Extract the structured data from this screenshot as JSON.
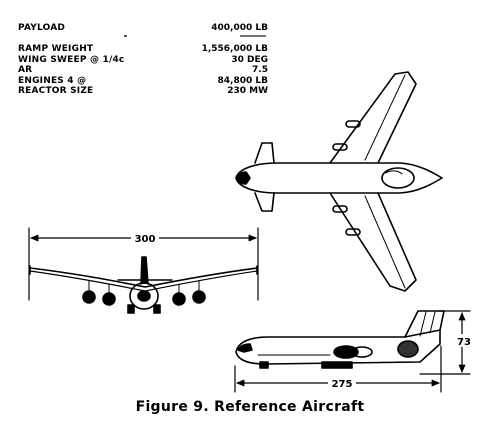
{
  "specs": [
    {
      "label": "PAYLOAD",
      "value": "400,000 LB"
    },
    {
      "label": "RAMP WEIGHT",
      "value": "1,556,000 LB"
    },
    {
      "label": "WING SWEEP @ 1/4c",
      "value": "30 DEG"
    },
    {
      "label": "AR",
      "value": "7.5"
    },
    {
      "label": "ENGINES 4 @",
      "value": "84,800 LB"
    },
    {
      "label": "REACTOR SIZE",
      "value": "230 MW"
    }
  ],
  "dimensions": {
    "span": "300",
    "height": "73",
    "length": "275"
  },
  "caption": "Figure 9. Reference Aircraft"
}
